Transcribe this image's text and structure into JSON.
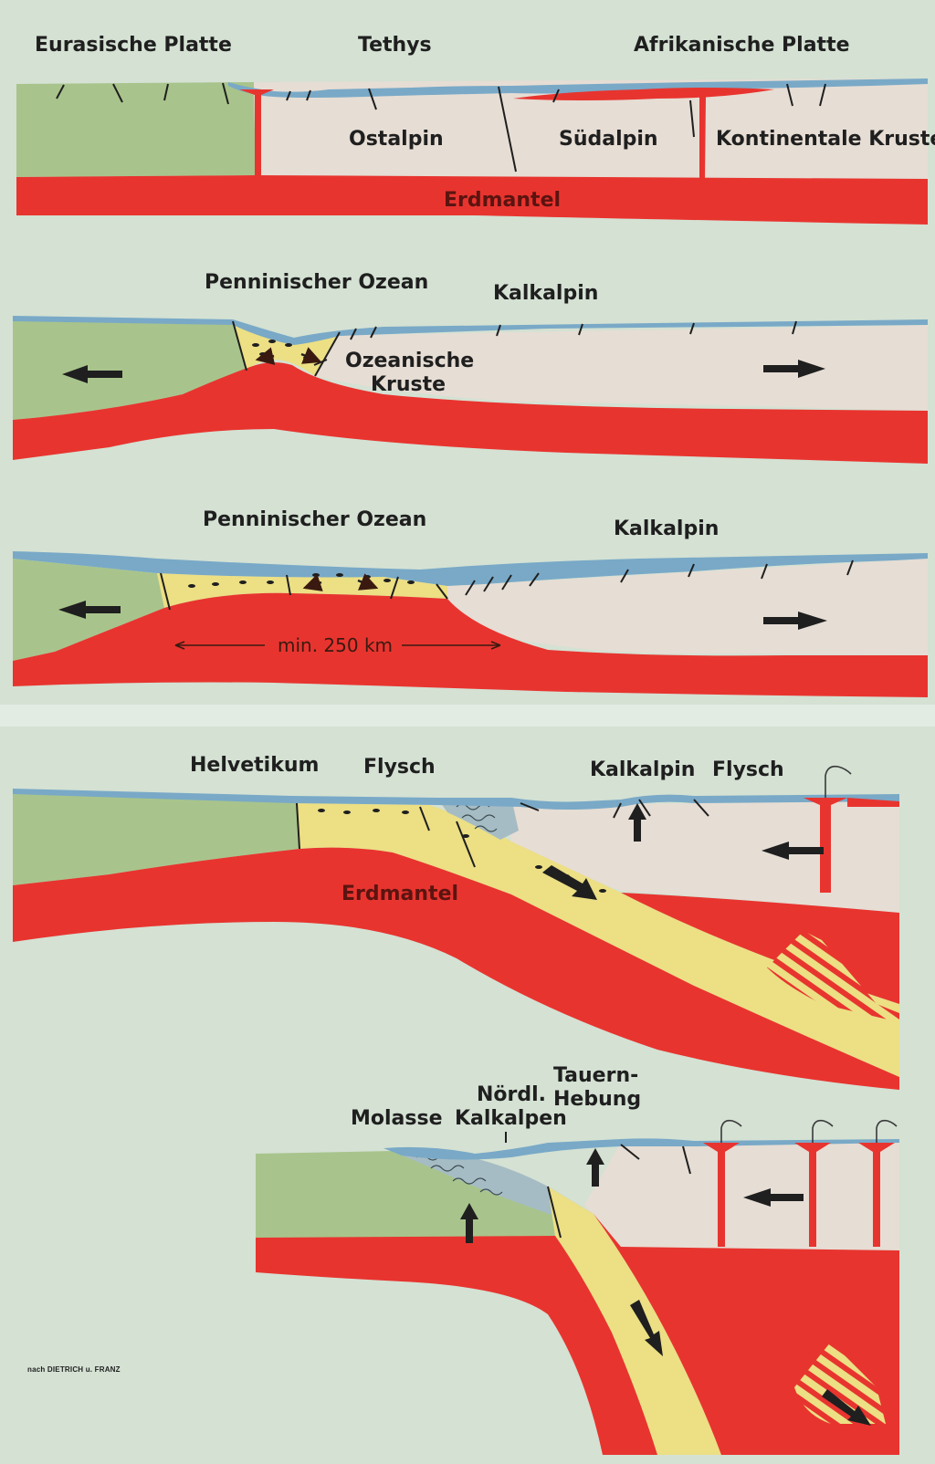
{
  "colors": {
    "mantle": "#e8342f",
    "eurasian_crust": "#a8c48c",
    "continental_crust": "#e6ddd4",
    "oceanic_crust": "#ecdf84",
    "sea": "#79a9c7",
    "page": "#d4e1d3"
  },
  "panel1": {
    "eurasian_plate": "Eurasische Platte",
    "tethys": "Tethys",
    "african_plate": "Afrikanische Platte",
    "ostalpin": "Ostalpin",
    "suedalpin": "Südalpin",
    "continental_crust": "Kontinentale Kruste",
    "mantle": "Erdmantel"
  },
  "panel2": {
    "penninic_ocean": "Penninischer Ozean",
    "kalkalpin": "Kalkalpin",
    "oceanic_crust_line1": "Ozeanische",
    "oceanic_crust_line2": "Kruste"
  },
  "panel3": {
    "penninic_ocean": "Penninischer Ozean",
    "kalkalpin": "Kalkalpin",
    "distance": "min. 250 km"
  },
  "panel4": {
    "helvetikum": "Helvetikum",
    "flysch": "Flysch",
    "kalkalpin": "Kalkalpin",
    "flysch_right": "Flysch",
    "mantle": "Erdmantel"
  },
  "panel5": {
    "molasse": "Molasse",
    "northern_limestone_line1": "Nördl.",
    "northern_limestone_line2": "Kalkalpen",
    "tauern_line1": "Tauern-",
    "tauern_line2": "Hebung"
  },
  "credit": "nach DIETRICH u. FRANZ",
  "icons": [
    "arrow-left-icon",
    "arrow-right-icon",
    "arrow-up-icon",
    "arrow-down-icon",
    "volcano-icon"
  ]
}
